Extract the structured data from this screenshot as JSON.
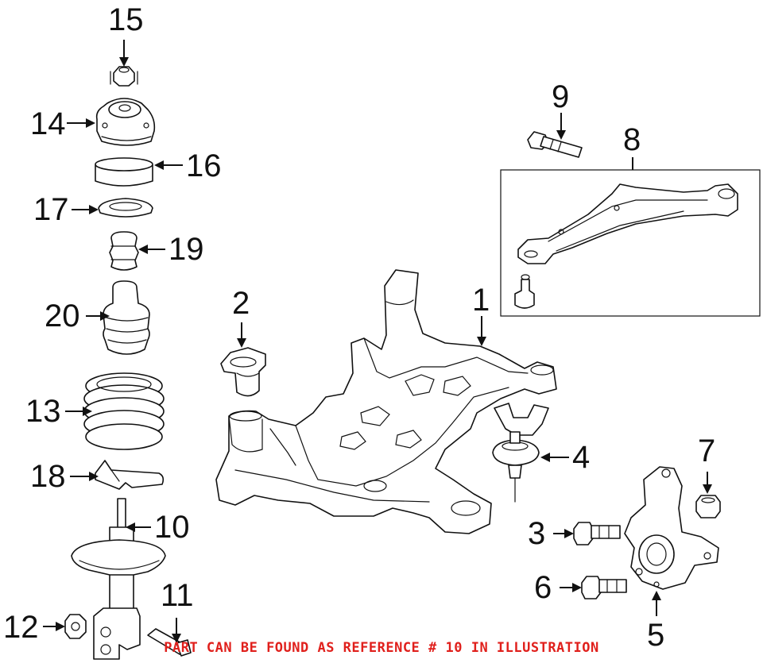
{
  "callouts": {
    "c1": "1",
    "c2": "2",
    "c3": "3",
    "c4": "4",
    "c5": "5",
    "c6": "6",
    "c7": "7",
    "c8": "8",
    "c9": "9",
    "c10": "10",
    "c11": "11",
    "c12": "12",
    "c13": "13",
    "c14": "14",
    "c15": "15",
    "c16": "16",
    "c17": "17",
    "c18": "18",
    "c19": "19",
    "c20": "20"
  },
  "note": "PART CAN BE FOUND AS REFERENCE # 10 IN ILLUSTRATION",
  "colors": {
    "line": "#111111",
    "note": "#e0201c",
    "background": "#ffffff"
  }
}
